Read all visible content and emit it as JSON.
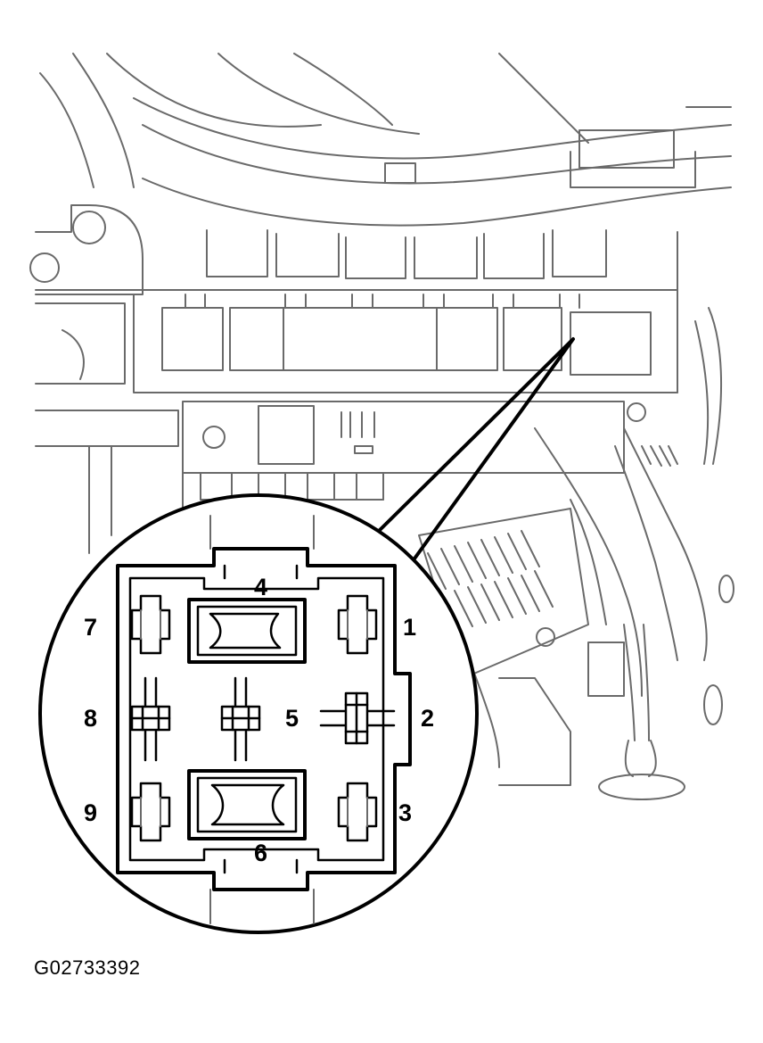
{
  "figure_id": "G02733392",
  "connector": {
    "pin_labels": [
      "1",
      "2",
      "3",
      "4",
      "5",
      "6",
      "7",
      "8",
      "9"
    ]
  },
  "colors": {
    "line": "#000000",
    "background_line": "#6a6a6a",
    "background": "#ffffff"
  }
}
